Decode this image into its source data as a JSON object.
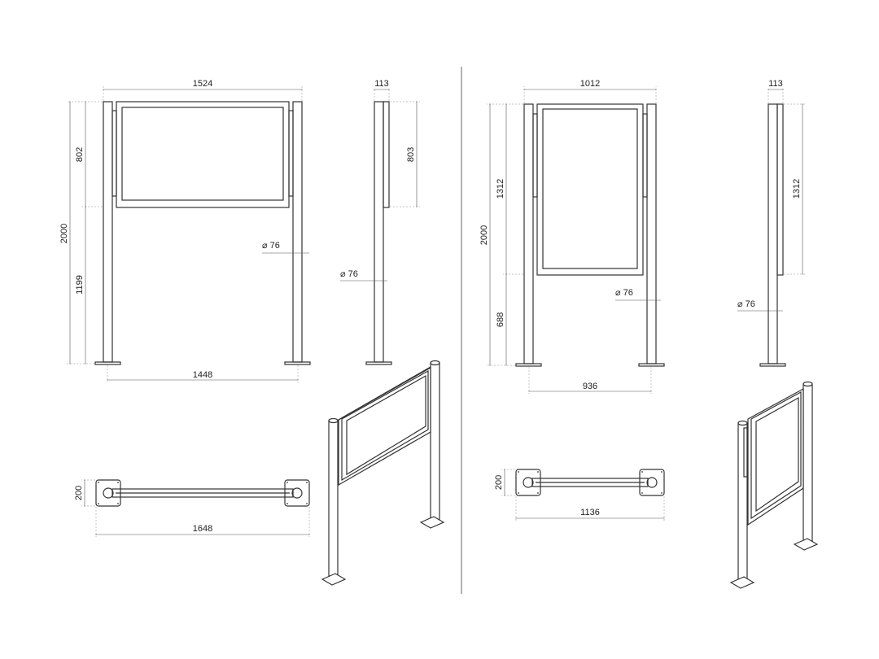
{
  "left_view": {
    "front": {
      "overall_width": "1524",
      "panel_height": "802",
      "total_height": "2000",
      "post_height": "1199",
      "post_diameter": "⌀ 76",
      "post_spacing": "1448"
    },
    "side": {
      "depth": "113",
      "panel_height": "803",
      "post_diameter": "⌀ 76"
    },
    "plan": {
      "base_depth": "200",
      "overall_length": "1648"
    }
  },
  "right_view": {
    "front": {
      "overall_width": "1012",
      "panel_height": "1312",
      "total_height": "2000",
      "post_height": "688",
      "post_diameter": "⌀ 76",
      "post_spacing": "936"
    },
    "side": {
      "depth": "113",
      "panel_height": "1312",
      "post_diameter": "⌀ 76"
    },
    "plan": {
      "base_depth": "200",
      "overall_length": "1136"
    }
  }
}
